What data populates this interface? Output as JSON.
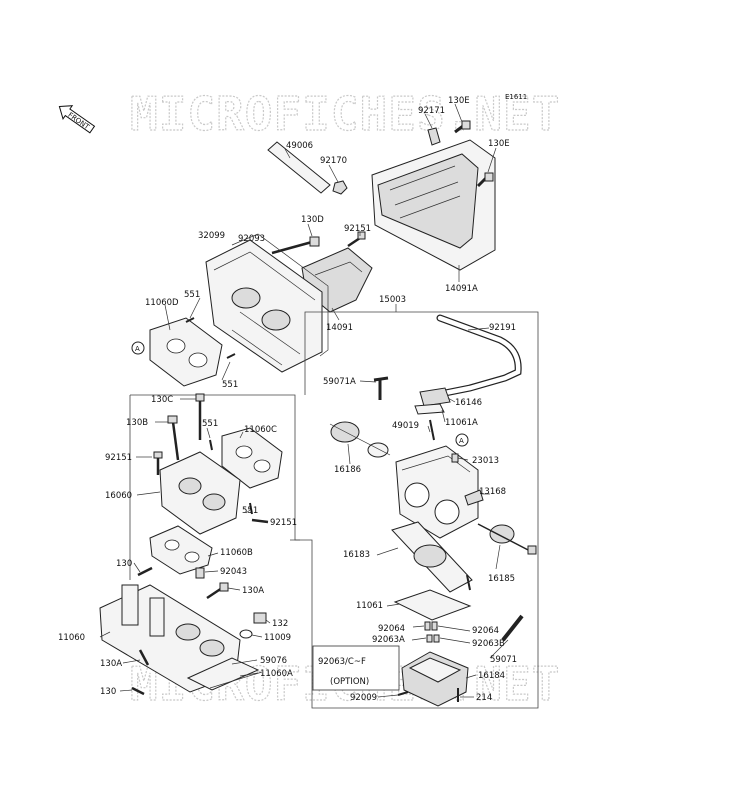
{
  "diagram": {
    "code": "E1611",
    "front_label": "FRONT",
    "watermark": "MICROFICHES.NET",
    "option_label": "(OPTION)",
    "option_part": "92063/C~F",
    "callout_a": "A",
    "labels": {
      "l_130e_a": "130E",
      "l_92171": "92171",
      "l_130e_b": "130E",
      "l_49006": "49006",
      "l_92170": "92170",
      "l_130d": "130D",
      "l_92151_a": "92151",
      "l_32099": "32099",
      "l_92093": "92093",
      "l_14091a": "14091A",
      "l_15003": "15003",
      "l_11060d": "11060D",
      "l_551_a": "551",
      "l_14091": "14091",
      "l_551_b": "551",
      "l_92191": "92191",
      "l_59071a": "59071A",
      "l_16146": "16146",
      "l_130c": "130C",
      "l_130b": "130B",
      "l_551_c": "551",
      "l_11060c": "11060C",
      "l_11061a": "11061A",
      "l_49019": "49019",
      "l_92151_b": "92151",
      "l_23013": "23013",
      "l_16186": "16186",
      "l_16060": "16060",
      "l_13168": "13168",
      "l_551_d": "551",
      "l_92151_c": "92151",
      "l_11060b": "11060B",
      "l_16183": "16183",
      "l_16185": "16185",
      "l_130": "130",
      "l_92043": "92043",
      "l_130a_a": "130A",
      "l_11061": "11061",
      "l_132": "132",
      "l_11060": "11060",
      "l_11009": "11009",
      "l_92064_a": "92064",
      "l_92064_b": "92064",
      "l_92063a": "92063A",
      "l_92063b": "92063B",
      "l_59071": "59071",
      "l_130a_b": "130A",
      "l_59076": "59076",
      "l_16184": "16184",
      "l_130_b": "130",
      "l_11060a": "11060A",
      "l_92009": "92009",
      "l_214": "214"
    }
  }
}
